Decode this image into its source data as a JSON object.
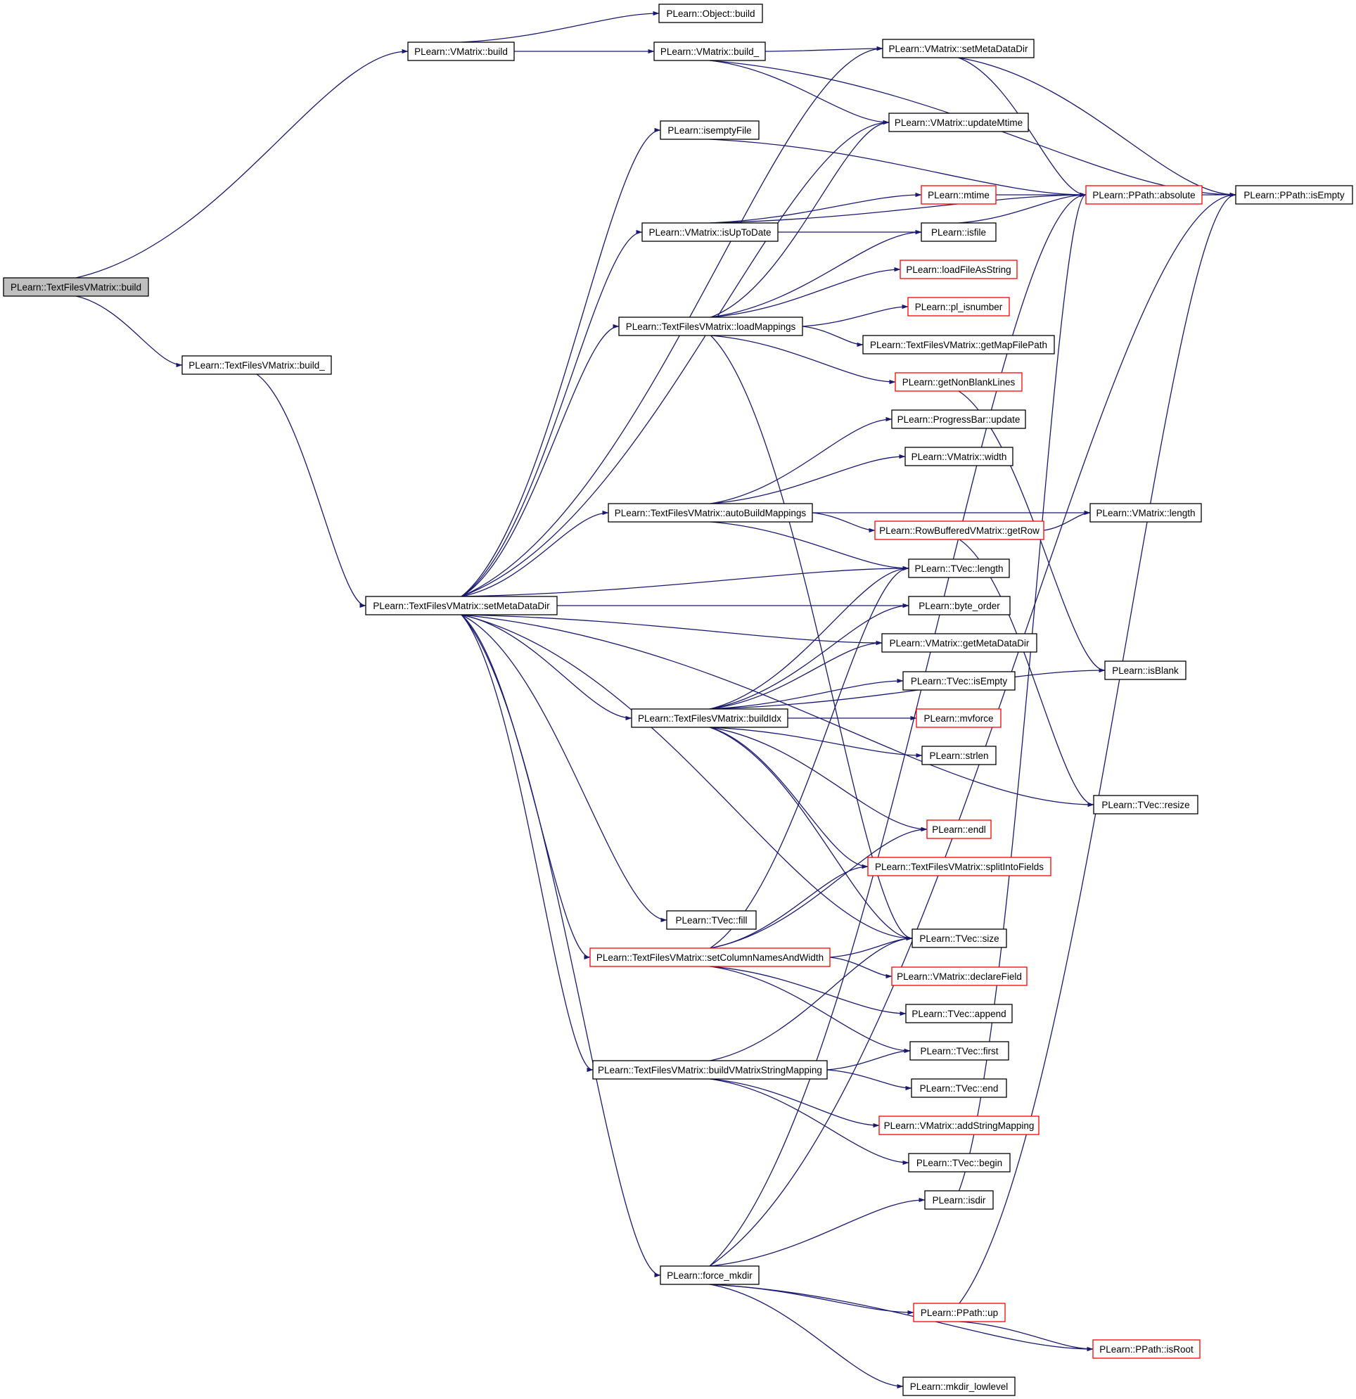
{
  "graph": {
    "colors": {
      "edge": "#191970",
      "node_border": "#000000",
      "node_border_red": "#ff0000",
      "root_fill": "#bfbfbf",
      "node_fill": "#ffffff"
    },
    "nodes": [
      {
        "id": "root",
        "label": "PLearn::TextFilesVMatrix::build",
        "style": "root"
      },
      {
        "id": "vmbuild",
        "label": "PLearn::VMatrix::build",
        "style": "normal"
      },
      {
        "id": "objbuild",
        "label": "PLearn::Object::build",
        "style": "normal"
      },
      {
        "id": "vmbuild_",
        "label": "PLearn::VMatrix::build_",
        "style": "normal"
      },
      {
        "id": "vm_setmeta",
        "label": "PLearn::VMatrix::setMetaDataDir",
        "style": "normal"
      },
      {
        "id": "updatemtime",
        "label": "PLearn::VMatrix::updateMtime",
        "style": "normal"
      },
      {
        "id": "isemptyfile",
        "label": "PLearn::isemptyFile",
        "style": "normal"
      },
      {
        "id": "mtime",
        "label": "PLearn::mtime",
        "style": "red"
      },
      {
        "id": "absolute",
        "label": "PLearn::PPath::absolute",
        "style": "red"
      },
      {
        "id": "ppath_isempty",
        "label": "PLearn::PPath::isEmpty",
        "style": "normal"
      },
      {
        "id": "isuptodate",
        "label": "PLearn::VMatrix::isUpToDate",
        "style": "normal"
      },
      {
        "id": "isfile",
        "label": "PLearn::isfile",
        "style": "normal"
      },
      {
        "id": "loadfileasstring",
        "label": "PLearn::loadFileAsString",
        "style": "red"
      },
      {
        "id": "pl_isnumber",
        "label": "PLearn::pl_isnumber",
        "style": "red"
      },
      {
        "id": "loadmappings",
        "label": "PLearn::TextFilesVMatrix::loadMappings",
        "style": "normal"
      },
      {
        "id": "getmapfilepath",
        "label": "PLearn::TextFilesVMatrix::getMapFilePath",
        "style": "normal"
      },
      {
        "id": "getnonblanklines",
        "label": "PLearn::getNonBlankLines",
        "style": "red"
      },
      {
        "id": "progressupdate",
        "label": "PLearn::ProgressBar::update",
        "style": "normal"
      },
      {
        "id": "vmwidth",
        "label": "PLearn::VMatrix::width",
        "style": "normal"
      },
      {
        "id": "autobuild",
        "label": "PLearn::TextFilesVMatrix::autoBuildMappings",
        "style": "normal"
      },
      {
        "id": "vmlength",
        "label": "PLearn::VMatrix::length",
        "style": "normal"
      },
      {
        "id": "getrow",
        "label": "PLearn::RowBufferedVMatrix::getRow",
        "style": "red"
      },
      {
        "id": "tveclength",
        "label": "PLearn::TVec::length",
        "style": "normal"
      },
      {
        "id": "tfbuild_",
        "label": "PLearn::TextFilesVMatrix::build_",
        "style": "normal"
      },
      {
        "id": "tfsetmeta",
        "label": "PLearn::TextFilesVMatrix::setMetaDataDir",
        "style": "normal"
      },
      {
        "id": "byteorder",
        "label": "PLearn::byte_order",
        "style": "normal"
      },
      {
        "id": "getmetadatadir",
        "label": "PLearn::VMatrix::getMetaDataDir",
        "style": "normal"
      },
      {
        "id": "isblank",
        "label": "PLearn::isBlank",
        "style": "normal"
      },
      {
        "id": "tvecisempty",
        "label": "PLearn::TVec::isEmpty",
        "style": "normal"
      },
      {
        "id": "buildidx",
        "label": "PLearn::TextFilesVMatrix::buildIdx",
        "style": "normal"
      },
      {
        "id": "mvforce",
        "label": "PLearn::mvforce",
        "style": "red"
      },
      {
        "id": "strlen",
        "label": "PLearn::strlen",
        "style": "normal"
      },
      {
        "id": "tvecresize",
        "label": "PLearn::TVec::resize",
        "style": "normal"
      },
      {
        "id": "endl",
        "label": "PLearn::endl",
        "style": "red"
      },
      {
        "id": "split",
        "label": "PLearn::TextFilesVMatrix::splitIntoFields",
        "style": "red"
      },
      {
        "id": "tvecfill",
        "label": "PLearn::TVec::fill",
        "style": "normal"
      },
      {
        "id": "tvecsize",
        "label": "PLearn::TVec::size",
        "style": "normal"
      },
      {
        "id": "setcolnames",
        "label": "PLearn::TextFilesVMatrix::setColumnNamesAndWidth",
        "style": "red"
      },
      {
        "id": "declarefield",
        "label": "PLearn::VMatrix::declareField",
        "style": "red"
      },
      {
        "id": "tvecappend",
        "label": "PLearn::TVec::append",
        "style": "normal"
      },
      {
        "id": "tvecfirst",
        "label": "PLearn::TVec::first",
        "style": "normal"
      },
      {
        "id": "buildvmsm",
        "label": "PLearn::TextFilesVMatrix::buildVMatrixStringMapping",
        "style": "normal"
      },
      {
        "id": "tvecend",
        "label": "PLearn::TVec::end",
        "style": "normal"
      },
      {
        "id": "addstringmapping",
        "label": "PLearn::VMatrix::addStringMapping",
        "style": "red"
      },
      {
        "id": "tvecbegin",
        "label": "PLearn::TVec::begin",
        "style": "normal"
      },
      {
        "id": "isdir",
        "label": "PLearn::isdir",
        "style": "normal"
      },
      {
        "id": "forcemkdir",
        "label": "PLearn::force_mkdir",
        "style": "normal"
      },
      {
        "id": "ppathup",
        "label": "PLearn::PPath::up",
        "style": "red"
      },
      {
        "id": "ppathisroot",
        "label": "PLearn::PPath::isRoot",
        "style": "red"
      },
      {
        "id": "mkdirlowlevel",
        "label": "PLearn::mkdir_lowlevel",
        "style": "normal"
      }
    ],
    "edges": [
      [
        "root",
        "vmbuild"
      ],
      [
        "root",
        "tfbuild_"
      ],
      [
        "vmbuild",
        "objbuild"
      ],
      [
        "vmbuild",
        "vmbuild_"
      ],
      [
        "vmbuild_",
        "vm_setmeta"
      ],
      [
        "vmbuild_",
        "updatemtime"
      ],
      [
        "vmbuild_",
        "ppath_isempty"
      ],
      [
        "vm_setmeta",
        "absolute"
      ],
      [
        "vm_setmeta",
        "ppath_isempty"
      ],
      [
        "isemptyfile",
        "absolute"
      ],
      [
        "mtime",
        "absolute"
      ],
      [
        "absolute",
        "ppath_isempty"
      ],
      [
        "isuptodate",
        "mtime"
      ],
      [
        "isuptodate",
        "isfile"
      ],
      [
        "isuptodate",
        "absolute"
      ],
      [
        "isfile",
        "absolute"
      ],
      [
        "loadmappings",
        "isfile"
      ],
      [
        "loadmappings",
        "updatemtime"
      ],
      [
        "loadmappings",
        "loadfileasstring"
      ],
      [
        "loadmappings",
        "pl_isnumber"
      ],
      [
        "loadmappings",
        "getmapfilepath"
      ],
      [
        "loadmappings",
        "getnonblanklines"
      ],
      [
        "loadmappings",
        "tvecsize"
      ],
      [
        "getnonblanklines",
        "isblank"
      ],
      [
        "autobuild",
        "progressupdate"
      ],
      [
        "autobuild",
        "vmwidth"
      ],
      [
        "autobuild",
        "vmlength"
      ],
      [
        "autobuild",
        "getrow"
      ],
      [
        "autobuild",
        "tveclength"
      ],
      [
        "getrow",
        "vmlength"
      ],
      [
        "getrow",
        "tvecresize"
      ],
      [
        "tfbuild_",
        "tfsetmeta"
      ],
      [
        "tfsetmeta",
        "vm_setmeta"
      ],
      [
        "tfsetmeta",
        "isemptyfile"
      ],
      [
        "tfsetmeta",
        "updatemtime"
      ],
      [
        "tfsetmeta",
        "isuptodate"
      ],
      [
        "tfsetmeta",
        "loadmappings"
      ],
      [
        "tfsetmeta",
        "autobuild"
      ],
      [
        "tfsetmeta",
        "tveclength"
      ],
      [
        "tfsetmeta",
        "byteorder"
      ],
      [
        "tfsetmeta",
        "getmetadatadir"
      ],
      [
        "tfsetmeta",
        "buildidx"
      ],
      [
        "tfsetmeta",
        "tvecresize"
      ],
      [
        "tfsetmeta",
        "tvecsize"
      ],
      [
        "tfsetmeta",
        "tvecfill"
      ],
      [
        "tfsetmeta",
        "setcolnames"
      ],
      [
        "tfsetmeta",
        "buildvmsm"
      ],
      [
        "tfsetmeta",
        "forcemkdir"
      ],
      [
        "buildidx",
        "tveclength"
      ],
      [
        "buildidx",
        "byteorder"
      ],
      [
        "buildidx",
        "getmetadatadir"
      ],
      [
        "buildidx",
        "tvecisempty"
      ],
      [
        "buildidx",
        "mvforce"
      ],
      [
        "buildidx",
        "strlen"
      ],
      [
        "buildidx",
        "isblank"
      ],
      [
        "buildidx",
        "endl"
      ],
      [
        "buildidx",
        "split"
      ],
      [
        "buildidx",
        "tvecsize"
      ],
      [
        "setcolnames",
        "tveclength"
      ],
      [
        "setcolnames",
        "endl"
      ],
      [
        "setcolnames",
        "split"
      ],
      [
        "setcolnames",
        "tvecsize"
      ],
      [
        "setcolnames",
        "declarefield"
      ],
      [
        "setcolnames",
        "tvecappend"
      ],
      [
        "setcolnames",
        "tvecfirst"
      ],
      [
        "buildvmsm",
        "tvecsize"
      ],
      [
        "buildvmsm",
        "tvecfirst"
      ],
      [
        "buildvmsm",
        "tvecend"
      ],
      [
        "buildvmsm",
        "addstringmapping"
      ],
      [
        "buildvmsm",
        "tvecbegin"
      ],
      [
        "isdir",
        "absolute"
      ],
      [
        "forcemkdir",
        "isdir"
      ],
      [
        "forcemkdir",
        "absolute"
      ],
      [
        "forcemkdir",
        "ppath_isempty"
      ],
      [
        "forcemkdir",
        "ppathup"
      ],
      [
        "forcemkdir",
        "ppathisroot"
      ],
      [
        "forcemkdir",
        "mkdirlowlevel"
      ],
      [
        "ppathup",
        "ppath_isempty"
      ],
      [
        "ppathup",
        "ppathisroot"
      ]
    ]
  }
}
